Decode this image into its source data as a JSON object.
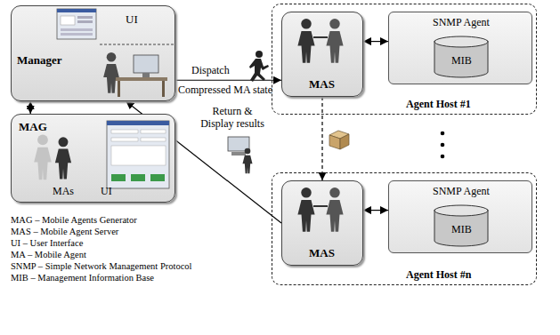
{
  "diagram": {
    "nodes": [
      {
        "text": [
          "UI",
          "Manager"
        ]
      },
      {
        "text": [
          "MAG",
          "MAs",
          "UI"
        ]
      },
      {
        "text": [
          "Agent Host #1"
        ]
      },
      {
        "text": [
          "MAS"
        ],
        "in": 2
      },
      {
        "text": [
          "SNMP Agent"
        ],
        "in": 2
      },
      {
        "text": [
          "MIB"
        ],
        "in": 4
      },
      {
        "text": [
          "Agent Host #n"
        ]
      },
      {
        "text": [
          "MAS"
        ],
        "in": 6
      },
      {
        "text": [
          "SNMP Agent"
        ],
        "in": 6
      },
      {
        "text": [
          "MIB"
        ],
        "in": 8
      }
    ],
    "edges": [
      {
        "from": 0,
        "to": 3,
        "label": "Dispatch",
        "arrow": "to"
      },
      {
        "from": 7,
        "to": 0,
        "label": "Return & Display results",
        "arrow": "to"
      },
      {
        "from": 3,
        "to": 7,
        "arrow": "to"
      },
      {
        "from": 3,
        "to": 4,
        "arrow": "both"
      },
      {
        "from": 7,
        "to": 8,
        "arrow": "both"
      },
      {
        "from": 0,
        "to": 1,
        "arrow": "both"
      }
    ],
    "labels": [
      "Compressed MA state",
      "MAG – Mobile Agents Generator",
      "MAS – Mobile Agent Server",
      "UI – User Interface",
      "MA – Mobile Agent",
      "SNMP – Simple Network Management Protocol",
      "MIB – Management Information Base"
    ]
  }
}
